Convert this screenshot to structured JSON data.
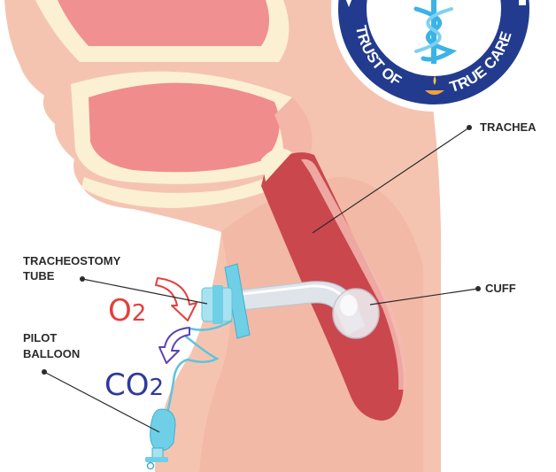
{
  "labels": {
    "trachea": "TRACHEA",
    "cuff": "CUFF",
    "tube_line1": "TRACHEOSTOMY",
    "tube_line2": "TUBE",
    "balloon_line1": "PILOT",
    "balloon_line2": "BALLOON"
  },
  "gases": {
    "o2": "O",
    "o2_sub": "2",
    "co2": "CO",
    "co2_sub": "2"
  },
  "logo": {
    "left_text": "TRUST OF",
    "right_text": "TRUE CARE",
    "icon": "caduceus-icon",
    "lamp_icon": "diya-lamp-icon"
  },
  "colors": {
    "skin": "#f5c4b1",
    "skin_dark": "#eeaa95",
    "cavity": "#f08c8c",
    "trachea": "#c9474d",
    "bone": "#fbf0d2",
    "tube": "#dfe4ea",
    "tube_flange": "#6ecfe6",
    "o2_color": "#e3403f",
    "co2_color": "#2e3a9a",
    "logo_blue": "#233b8e",
    "caduceus": "#3ab3e6"
  }
}
